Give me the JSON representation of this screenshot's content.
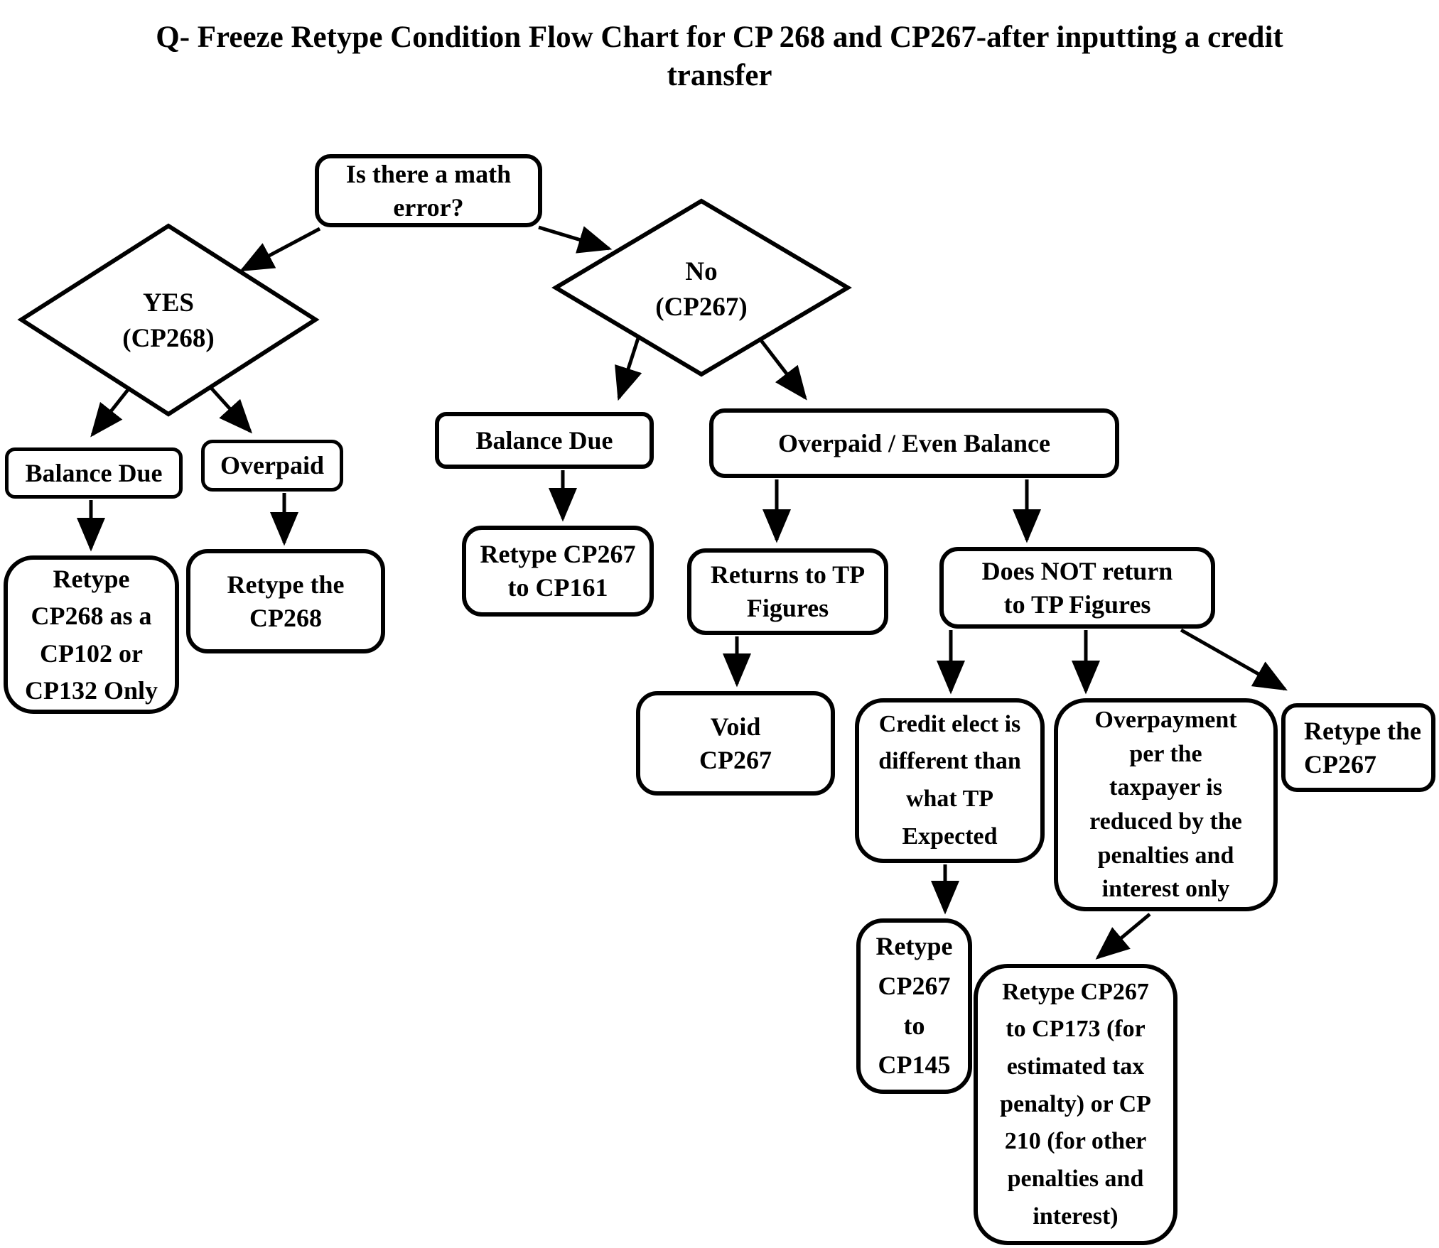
{
  "title": "Q- Freeze Retype Condition Flow Chart for CP 268 and CP267-after inputting a credit\ntransfer",
  "colors": {
    "ink": "#000000",
    "paper": "#ffffff"
  },
  "nodes": {
    "math_error": {
      "label": "Is there a math\nerror?"
    },
    "yes_cp268": {
      "label": "YES\n(CP268)"
    },
    "no_cp267": {
      "label": "No\n(CP267)"
    },
    "balance_due_left": {
      "label": "Balance Due"
    },
    "overpaid_left": {
      "label": "Overpaid"
    },
    "retype_cp268_cp102": {
      "label": "Retype\nCP268 as a\nCP102 or\nCP132 Only"
    },
    "retype_the_cp268": {
      "label": "Retype the\nCP268"
    },
    "balance_due_mid": {
      "label": "Balance Due"
    },
    "retype_cp267_cp161": {
      "label": "Retype CP267\nto CP161"
    },
    "overpaid_even_balance": {
      "label": "Overpaid / Even Balance"
    },
    "returns_to_tp": {
      "label": "Returns to TP\nFigures"
    },
    "does_not_return": {
      "label": "Does NOT return\nto TP Figures"
    },
    "void_cp267": {
      "label": "Void\nCP267"
    },
    "credit_elect": {
      "label": "Credit elect is\ndifferent than\nwhat TP\nExpected"
    },
    "overpayment_reduced": {
      "label": "Overpayment\nper the\ntaxpayer is\nreduced by the\npenalties and\ninterest only"
    },
    "retype_cp145": {
      "label": "Retype\nCP267\nto\nCP145"
    },
    "retype_cp173": {
      "label": "Retype CP267\nto CP173 (for\nestimated tax\npenalty) or CP\n210 (for other\npenalties and\ninterest)"
    },
    "retype_the_cp267": {
      "label": "Retype the\nCP267"
    }
  }
}
